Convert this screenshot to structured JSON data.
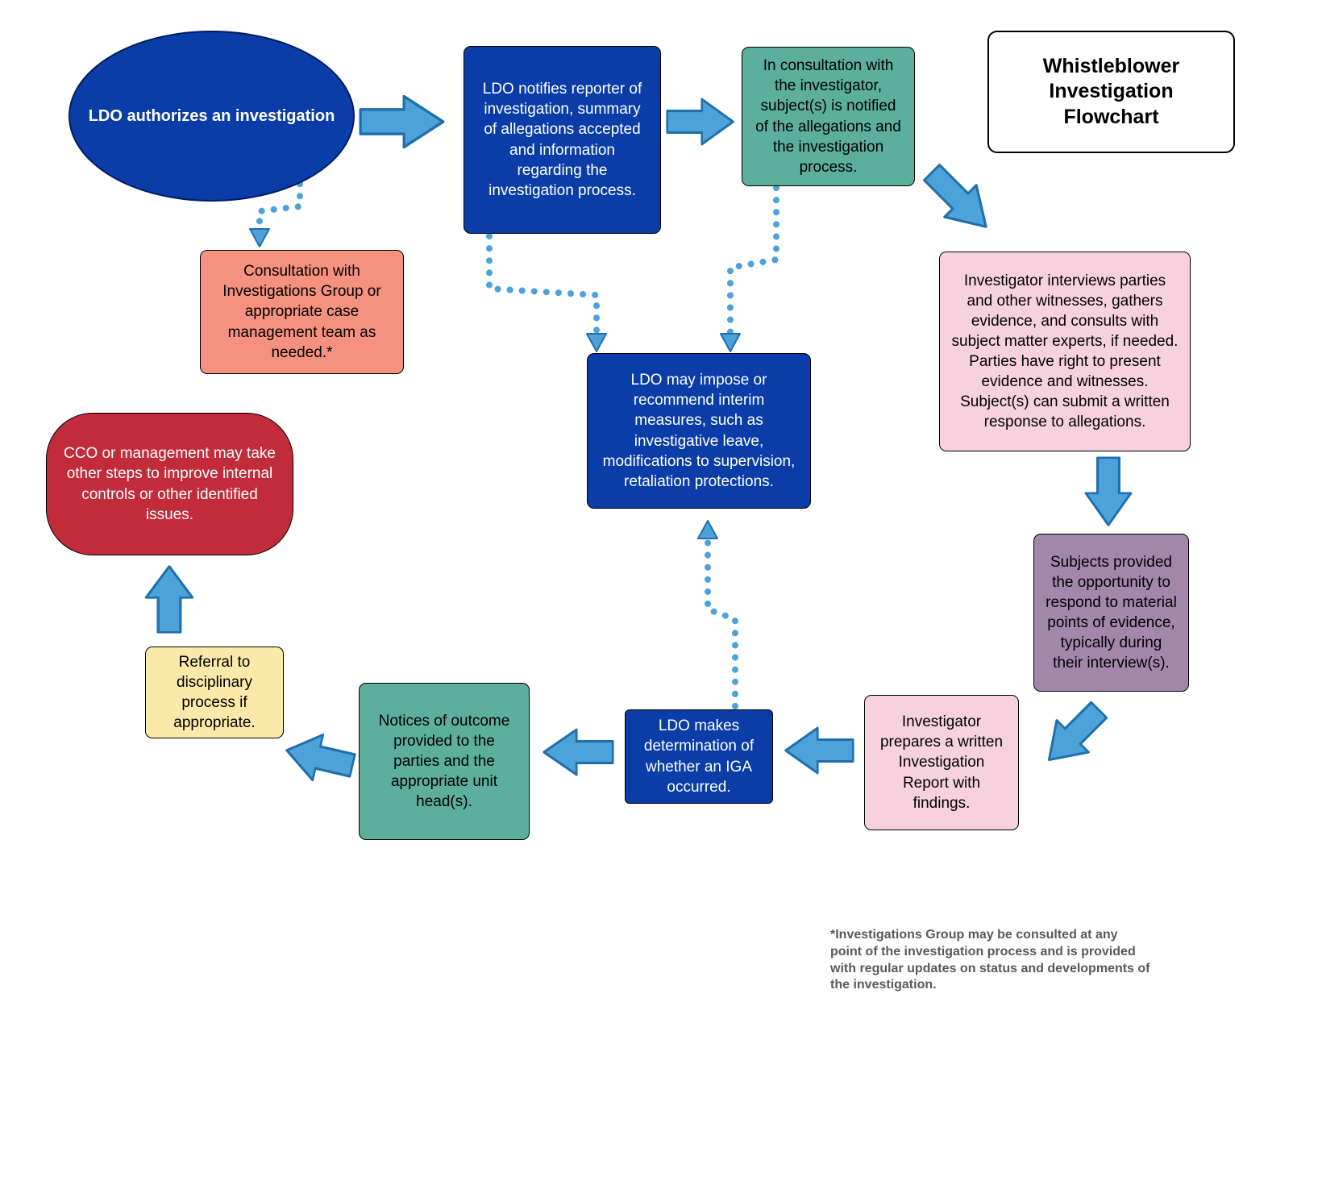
{
  "title_box": {
    "text": "Whistleblower Investigation Flowchart"
  },
  "nodes": {
    "authorize": {
      "text": "LDO authorizes an investigation"
    },
    "notify_reporter": {
      "text": "LDO notifies reporter of investigation, summary of allegations accepted and information regarding the investigation process."
    },
    "subject_notified": {
      "text": "In consultation with the investigator, subject(s) is notified of the allegations and the investigation process."
    },
    "consultation": {
      "text": "Consultation with Investigations Group or appropriate case management team as needed.*"
    },
    "interviews": {
      "text": "Investigator interviews parties and other witnesses, gathers evidence, and consults with subject matter experts, if needed. Parties have right to present evidence and witnesses. Subject(s) can submit a written response to allegations."
    },
    "interim_measures": {
      "text": "LDO may impose or recommend interim measures, such as investigative leave, modifications to supervision, retaliation protections."
    },
    "cco_steps": {
      "text": "CCO or management may take other steps to improve internal controls or other identified issues."
    },
    "respond_evidence": {
      "text": "Subjects provided the opportunity to respond to material points of evidence, typically during their interview(s)."
    },
    "report": {
      "text": "Investigator prepares a written Investigation Report with findings."
    },
    "determination": {
      "text": "LDO makes determination of whether an IGA occurred."
    },
    "notices": {
      "text": "Notices of outcome provided to the parties and the appropriate unit head(s)."
    },
    "referral": {
      "text": "Referral to disciplinary process if appropriate."
    }
  },
  "footnote": {
    "text": "*Investigations Group may be consulted at any point of the investigation process and is provided with regular updates on status and developments of the investigation."
  },
  "colors": {
    "dark_blue": "#0b3da8",
    "teal": "#5cae9d",
    "salmon": "#f5917f",
    "pink": "#f7d2de",
    "red": "#c22b3a",
    "purple": "#a287ab",
    "yellow": "#fbe9a9",
    "arrow_blue": "#4da3d9",
    "arrow_stroke": "#1f6fae",
    "footnote_gray": "#58595b"
  }
}
